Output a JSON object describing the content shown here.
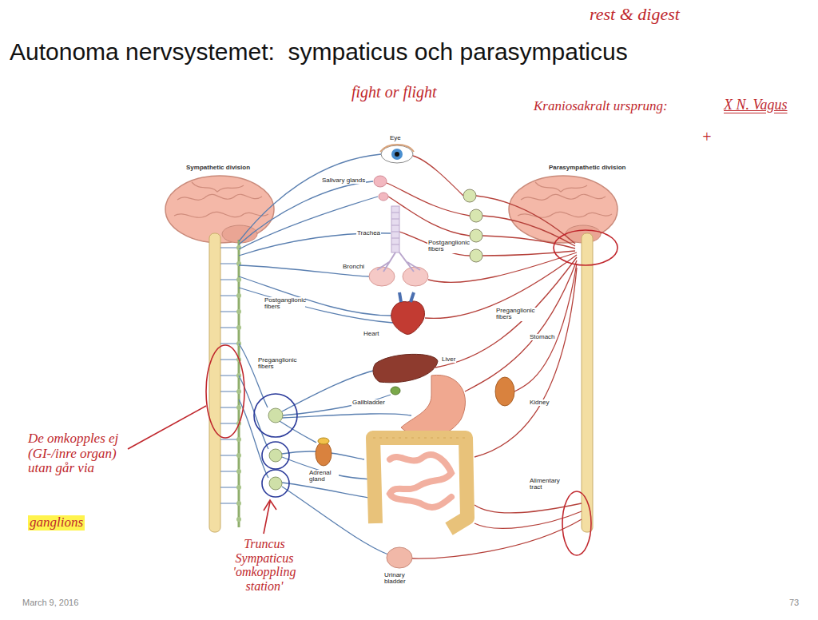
{
  "diagram": {
    "title": "Autonoma nervsystemet:  sympaticus och parasympaticus",
    "labels": [
      "rest & digest",
      "fight or flight",
      "Kraniosakralt ursprung:",
      "X N. Vagus",
      "+",
      "Sympathetic division",
      "Eye",
      "Parasympathetic division",
      "Salivary glands",
      "Trachea",
      "Postganglionic fibers",
      "Postganglionic fibers",
      "Bronchi",
      "Preganglionic fibers",
      "Heart",
      "Preganglionic fibers",
      "Liver",
      "Stomach",
      "Gallbladder",
      "Kidney",
      "Adrenal gland",
      "De omkopples ej (GI-/inre organ) utan går via",
      "ganglions",
      "Alimentary tract",
      "Truncus Sympaticus 'omkoppling station'",
      "Urinary bladder",
      "March 9, 2016",
      "73"
    ]
  }
}
